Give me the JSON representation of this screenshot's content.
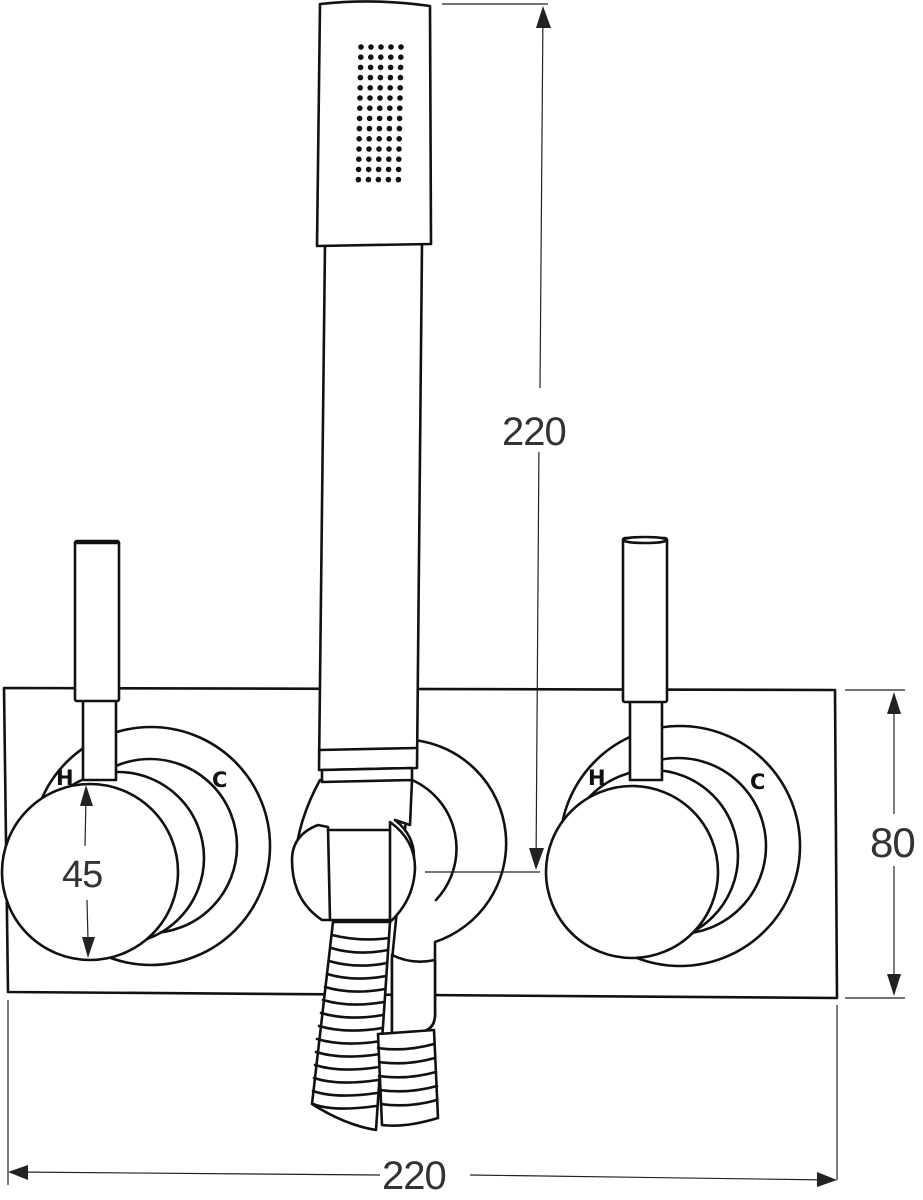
{
  "diagram": {
    "subject": "Wall-mounted shower mixer with twin lever valves and handheld shower on bracket",
    "components": [
      {
        "name": "handheld-shower-head",
        "spray_pattern": {
          "columns": 5,
          "rows": 14
        }
      },
      {
        "name": "shower-handle"
      },
      {
        "name": "wall-outlet-bracket"
      },
      {
        "name": "flexible-hose"
      },
      {
        "name": "left-mixer-valve"
      },
      {
        "name": "right-mixer-valve"
      },
      {
        "name": "backplate"
      }
    ],
    "labels": {
      "left_hot": "H",
      "left_cold": "C",
      "right_hot": "H",
      "right_cold": "C"
    },
    "dimensions": {
      "overall_width": "220",
      "handset_height": "220",
      "plate_height": "80",
      "handle_diameter": "45"
    },
    "colors": {
      "line": "#111111",
      "dimension_line": "#222222",
      "background": "#ffffff"
    }
  }
}
